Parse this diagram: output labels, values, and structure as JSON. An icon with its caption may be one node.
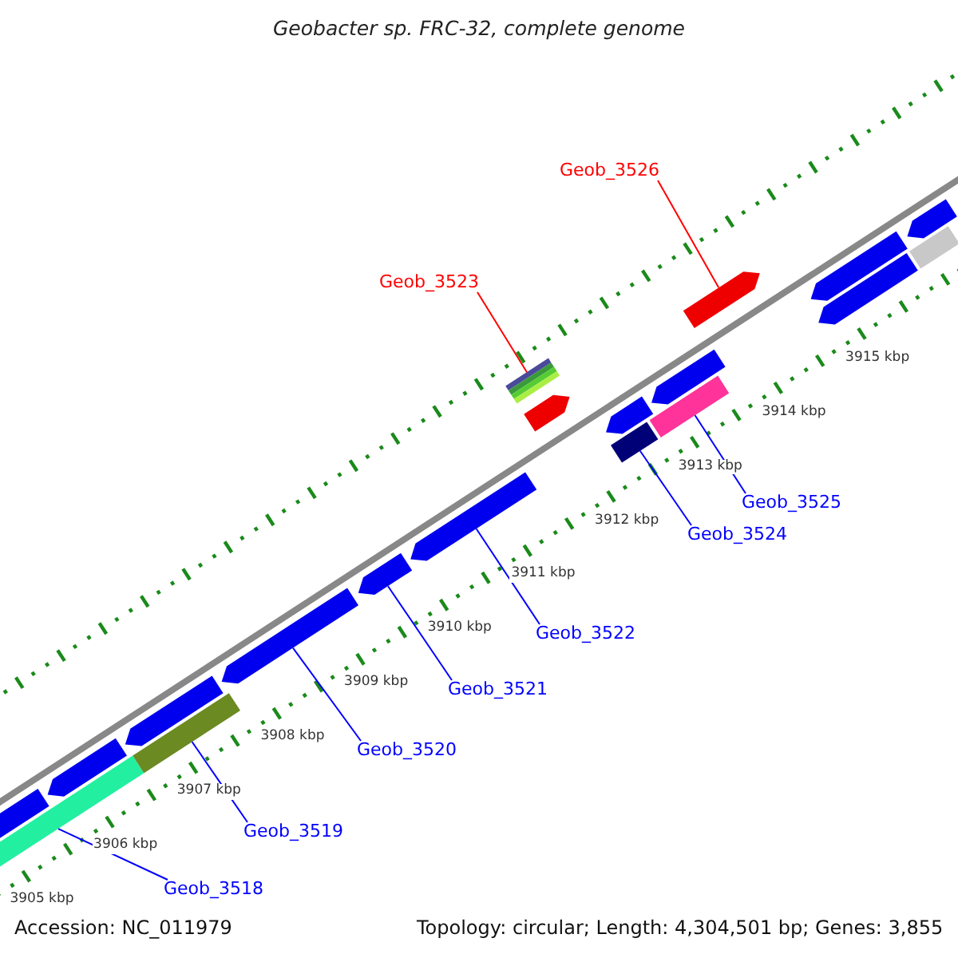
{
  "diagram": {
    "title": "Geobacter sp. FRC-32, complete genome",
    "nodes": [
      {
        "text": [
          "Geob_3526"
        ]
      },
      {
        "text": [
          "Geob_3523"
        ]
      },
      {
        "text": [
          "Geob_3525"
        ]
      },
      {
        "text": [
          "Geob_3524"
        ]
      },
      {
        "text": [
          "Geob_3522"
        ]
      },
      {
        "text": [
          "Geob_3521"
        ]
      },
      {
        "text": [
          "Geob_3520"
        ]
      },
      {
        "text": [
          "Geob_3519"
        ]
      },
      {
        "text": [
          "Geob_3518"
        ]
      },
      {
        "text": [],
        "shape": "bar"
      },
      {
        "text": [],
        "shape": "bar"
      },
      {
        "text": [],
        "shape": "bar"
      },
      {
        "text": [],
        "shape": "bar"
      },
      {
        "text": [],
        "shape": "bar"
      },
      {
        "text": [],
        "shape": "bar"
      },
      {
        "text": [],
        "shape": "bar"
      },
      {
        "text": [],
        "shape": "bar"
      },
      {
        "text": [],
        "shape": "bar"
      },
      {
        "text": [],
        "shape": "bar"
      },
      {
        "text": [],
        "shape": "bar"
      },
      {
        "text": [],
        "shape": "bar"
      },
      {
        "text": [],
        "shape": "bar"
      },
      {
        "text": [],
        "shape": "bar"
      },
      {
        "text": [],
        "shape": "bar"
      },
      {
        "text": [],
        "shape": "bar"
      },
      {
        "text": [],
        "shape": "bar"
      },
      {
        "text": [],
        "shape": "bar"
      },
      {
        "text": [],
        "shape": "bar"
      }
    ],
    "edges": [
      {
        "from": 0,
        "to": 23,
        "arrow": "none",
        "color": "#ff0000"
      },
      {
        "from": 1,
        "to": 17,
        "arrow": "none",
        "color": "#ff0000"
      },
      {
        "from": 2,
        "to": 21,
        "arrow": "none"
      },
      {
        "from": 3,
        "to": 19,
        "arrow": "none"
      },
      {
        "from": 4,
        "to": 16,
        "arrow": "none"
      },
      {
        "from": 5,
        "to": 15,
        "arrow": "none"
      },
      {
        "from": 6,
        "to": 14,
        "arrow": "none"
      },
      {
        "from": 7,
        "to": 12,
        "arrow": "none"
      },
      {
        "from": 8,
        "to": 9,
        "arrow": "none"
      }
    ],
    "labels": [
      "3915 kbp",
      "3914 kbp",
      "3913 kbp",
      "3912 kbp",
      "3911 kbp",
      "3910 kbp",
      "3909 kbp",
      "3908 kbp",
      "3907 kbp",
      "3906 kbp",
      "3905 kbp",
      "Accession: NC_011979",
      "Topology: circular; Length: 4,304,501 bp; Genes: 3,855"
    ]
  }
}
